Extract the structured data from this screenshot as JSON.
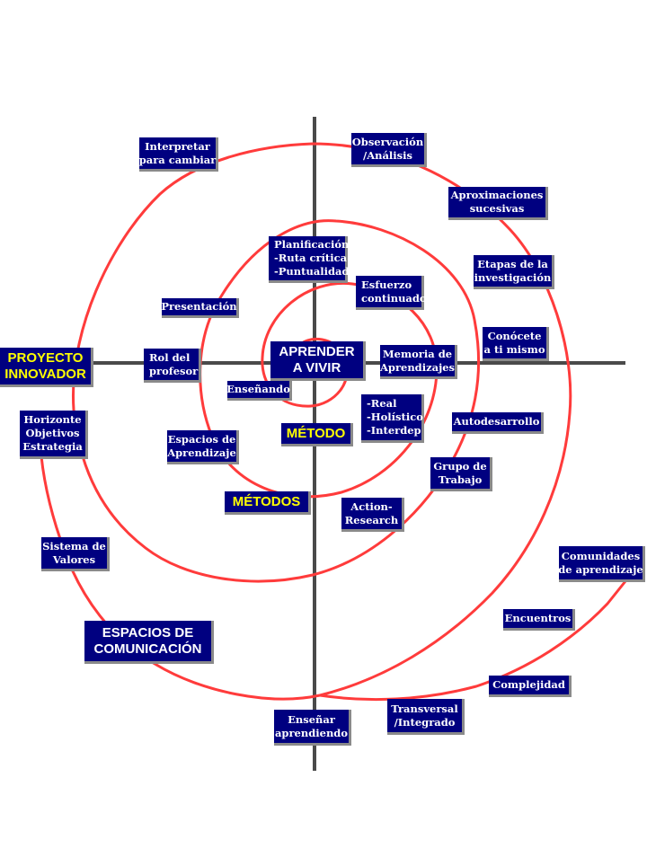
{
  "colors": {
    "box_fill": "#000080",
    "spiral": "#ff3b3b",
    "axes": "#4a4a4a",
    "yellow_text": "#ffff00",
    "white_text": "#ffffff"
  },
  "labels": {
    "observacion": [
      "Observación",
      "/Análisis"
    ],
    "interpretar": [
      "Interpretar",
      "para cambiar"
    ],
    "aproximaciones": [
      "Aproximaciones",
      "sucesivas"
    ],
    "planificacion": [
      "Planificación",
      "-Ruta crítica",
      "-Puntualidad"
    ],
    "etapas": [
      "Etapas de la",
      "investigación"
    ],
    "esfuerzo": [
      "Esfuerzo",
      "continuado"
    ],
    "presentacion": [
      "Presentación"
    ],
    "conocete": [
      "Conócete",
      "a ti mismo"
    ],
    "proyecto": [
      "PROYECTO",
      "INNOVADOR"
    ],
    "rol": [
      "Rol del",
      "profesor"
    ],
    "aprender": [
      "APRENDER",
      "A VIVIR"
    ],
    "memoria": [
      "Memoria de",
      "Aprendizajes"
    ],
    "ensenando": [
      "Enseñando"
    ],
    "real": [
      "-Real",
      "-Holístico",
      "-Interdep"
    ],
    "horizonte": [
      "Horizonte",
      "Objetivos",
      "Estrategia"
    ],
    "autodesarrollo": [
      "Autodesarrollo"
    ],
    "metodo": [
      "MÉTODO"
    ],
    "espacios_aprendizaje": [
      "Espacios de",
      "Aprendizaje"
    ],
    "grupo": [
      "Grupo de",
      "Trabajo"
    ],
    "metodos": [
      "MÉTODOS"
    ],
    "action": [
      "Action-",
      "Research"
    ],
    "sistema": [
      "Sistema de",
      "Valores"
    ],
    "comunidades": [
      "Comunidades",
      "de aprendizaje"
    ],
    "encuentros": [
      "Encuentros"
    ],
    "espacios_comunicacion": [
      "ESPACIOS DE",
      "COMUNICACIÓN"
    ],
    "complejidad": [
      "Complejidad"
    ],
    "transversal": [
      "Transversal",
      "/Integrado"
    ],
    "ensenar": [
      "Enseñar",
      "aprendiendo"
    ]
  }
}
